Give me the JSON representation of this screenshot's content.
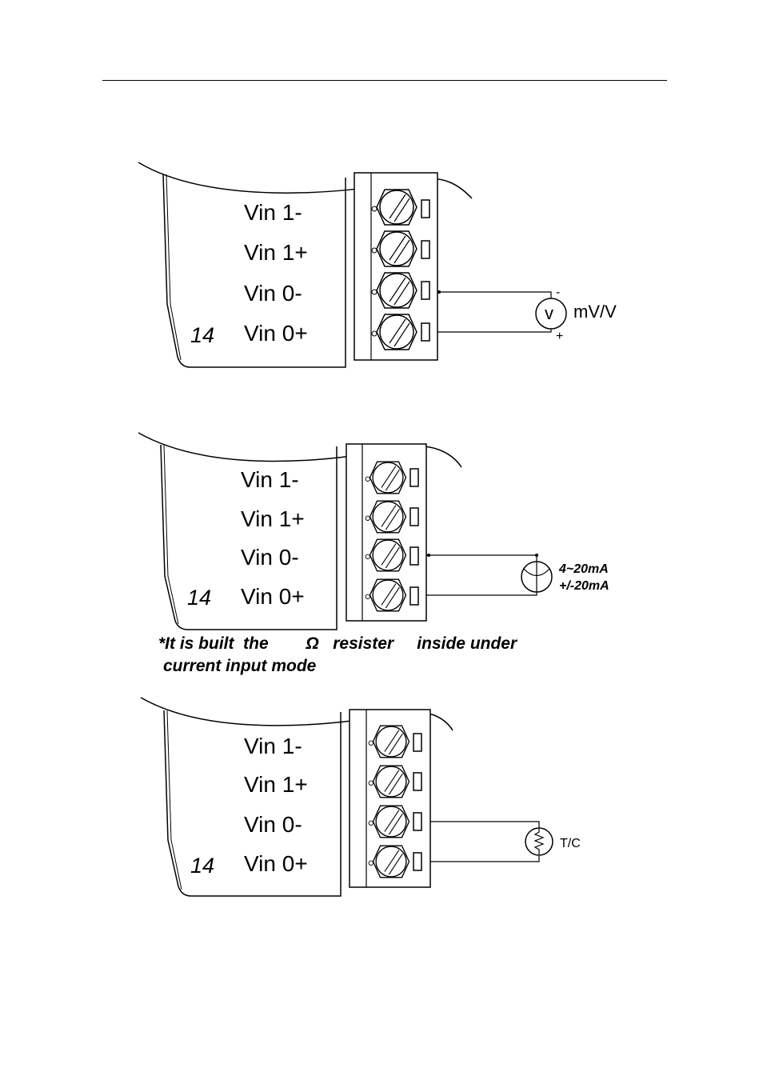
{
  "pin_labels": [
    "Vin 1-",
    "Vin 1+",
    "Vin 0-",
    "Vin 0+"
  ],
  "model_number": "14",
  "diagrams": [
    {
      "signal_label": "mV/V",
      "meter_symbol": "v",
      "minus_mark": "-",
      "plus_mark": "+"
    },
    {
      "signal_line_1": "4~20mA",
      "signal_line_2": "+/-20mA",
      "note_line_1": "*It is built  the        Ω   resister     inside under",
      "note_line_2": "current input mode"
    },
    {
      "signal_label": "T/C"
    }
  ],
  "icons": [
    "voltage-source-icon",
    "current-source-icon",
    "thermocouple-icon",
    "screw-terminal-icon"
  ]
}
